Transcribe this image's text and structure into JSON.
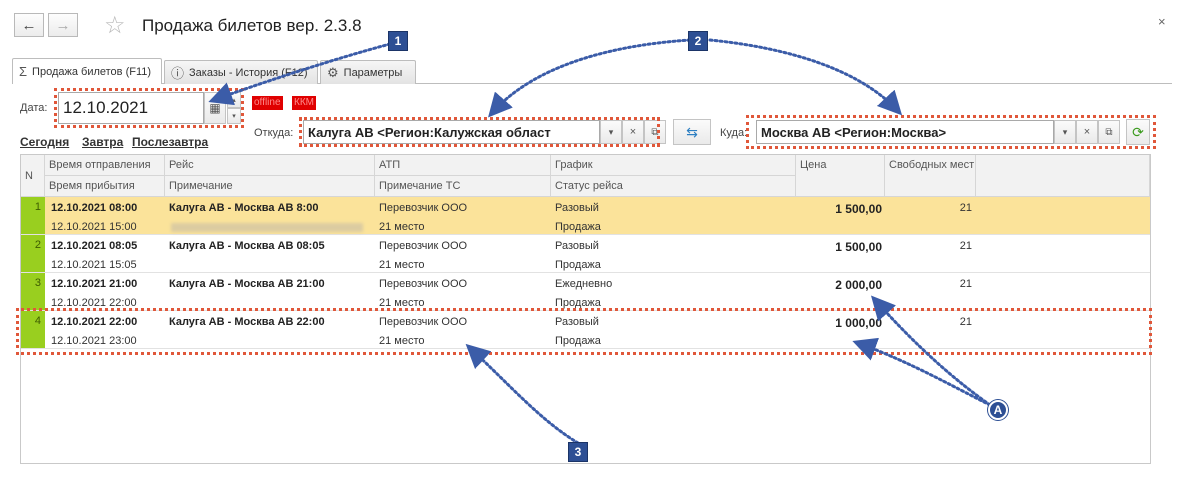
{
  "window": {
    "title": "Продажа билетов вер. 2.3.8",
    "back_glyph": "←",
    "forward_glyph": "→",
    "close_glyph": "×"
  },
  "tabs": [
    {
      "label": "Продажа билетов (F11)",
      "icon": "sigma-icon",
      "glyph": "Σ"
    },
    {
      "label": "Заказы - История (F12)",
      "icon": "info-icon",
      "glyph": "ⓘ"
    },
    {
      "label": "Параметры",
      "icon": "gear-icon",
      "glyph": "⚙"
    }
  ],
  "form": {
    "date_label": "Дата:",
    "date_value": "12.10.2021",
    "offline_badge": "offline",
    "kkm_badge": "ККМ",
    "from_label": "Откуда:",
    "from_value": "Калуга АВ      <Регион:Калужская област",
    "to_label": "Куда:",
    "to_value": "Москва АВ      <Регион:Москва>",
    "quick_dates": [
      "Сегодня",
      "Завтра",
      "Послезавтра"
    ]
  },
  "table": {
    "headers_top": [
      "N",
      "Время отправления",
      "Рейс",
      "АТП",
      "График",
      "Цена",
      "Свободных мест"
    ],
    "headers_bottom": [
      "Время прибытия",
      "Примечание",
      "Примечание ТС",
      "Статус рейса"
    ],
    "rows": [
      {
        "n": "1",
        "depart": "12.10.2021 08:00",
        "arrive": "12.10.2021 15:00",
        "route": "Калуга АВ - Москва АВ 8:00",
        "note": "",
        "atp": "Перевозчик ООО",
        "ts_note": "21 место",
        "schedule": "Разовый",
        "status": "Продажа",
        "price": "1 500,00",
        "seats": "21"
      },
      {
        "n": "2",
        "depart": "12.10.2021 08:05",
        "arrive": "12.10.2021 15:05",
        "route": "Калуга АВ - Москва АВ 08:05",
        "note": "",
        "atp": "Перевозчик ООО",
        "ts_note": "21 место",
        "schedule": "Разовый",
        "status": "Продажа",
        "price": "1 500,00",
        "seats": "21"
      },
      {
        "n": "3",
        "depart": "12.10.2021 21:00",
        "arrive": "12.10.2021 22:00",
        "route": "Калуга АВ - Москва АВ 21:00",
        "note": "",
        "atp": "Перевозчик ООО",
        "ts_note": "21 место",
        "schedule": "Ежедневно",
        "status": "Продажа",
        "price": "2 000,00",
        "seats": "21"
      },
      {
        "n": "4",
        "depart": "12.10.2021 22:00",
        "arrive": "12.10.2021 23:00",
        "route": "Калуга АВ - Москва АВ 22:00",
        "note": "",
        "atp": "Перевозчик ООО",
        "ts_note": "21 место",
        "schedule": "Разовый",
        "status": "Продажа",
        "price": "1 000,00",
        "seats": "21"
      }
    ]
  },
  "annotations": {
    "markers": [
      "1",
      "2",
      "3",
      "A"
    ],
    "accent_color": "#e0573a",
    "marker_color": "#2d4f94"
  }
}
